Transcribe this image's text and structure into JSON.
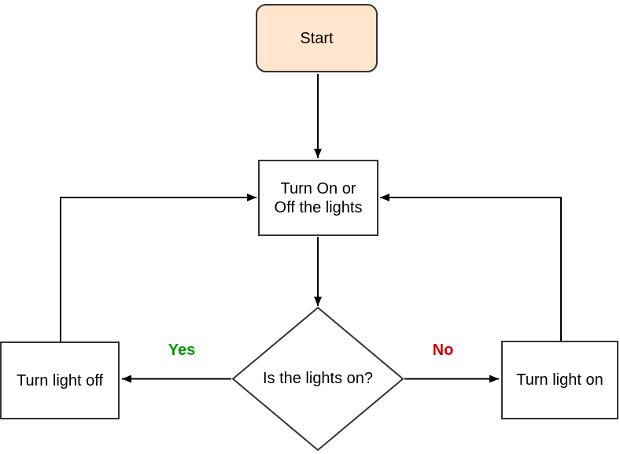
{
  "flowchart": {
    "nodes": {
      "start": {
        "label": "Start",
        "shape": "rounded-rectangle",
        "fill": "#FFE6CC"
      },
      "process": {
        "lines": [
          "Turn On or",
          "Off the lights"
        ],
        "shape": "rectangle",
        "fill": "#FFFFFF"
      },
      "decision": {
        "label": "Is the lights on?",
        "shape": "diamond",
        "fill": "#FFFFFF"
      },
      "turn_off": {
        "label": "Turn light off",
        "shape": "rectangle",
        "fill": "#FFFFFF"
      },
      "turn_on": {
        "label": "Turn light on",
        "shape": "rectangle",
        "fill": "#FFFFFF"
      }
    },
    "edge_labels": {
      "yes": {
        "text": "Yes",
        "color": "#009900"
      },
      "no": {
        "text": "No",
        "color": "#CC0000"
      }
    },
    "colors": {
      "shape_stroke": "#333333",
      "arrow": "#000000",
      "text": "#000000",
      "background": "#FFFFFF"
    }
  }
}
